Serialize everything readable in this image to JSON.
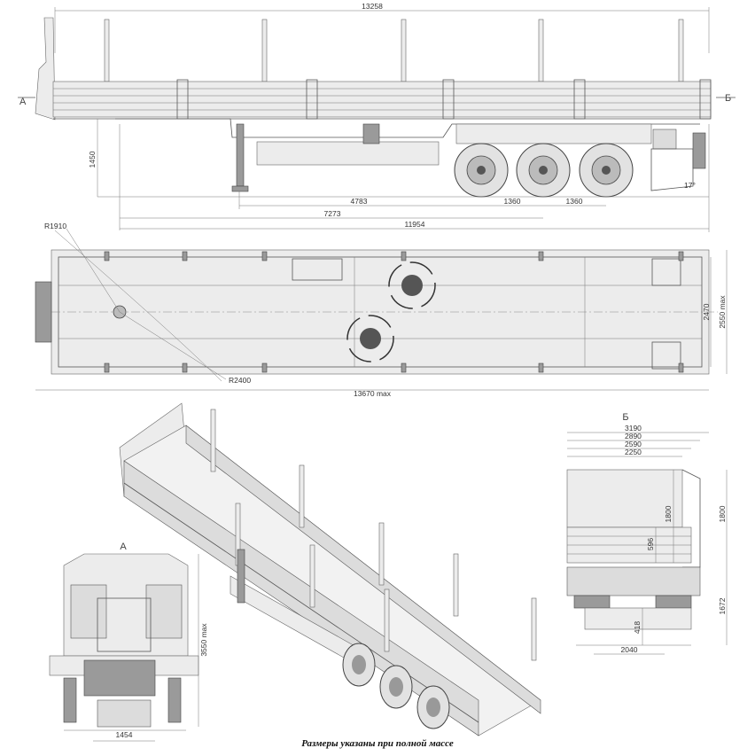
{
  "caption": "Размеры указаны при полной массе",
  "view_labels": {
    "a": "А",
    "b": "Б"
  },
  "side_view": {
    "overall_length": "13258",
    "height_1450": "1450",
    "angle": "17°",
    "dim_4783": "4783",
    "dim_1360_a": "1360",
    "dim_1360_b": "1360",
    "dim_7273": "7273",
    "dim_11954": "11954"
  },
  "top_view": {
    "radius_front": "R1910",
    "radius_rear": "R2400",
    "length_max": "13670 max",
    "width_2470": "2470",
    "width_max": "2550 max"
  },
  "rear_view": {
    "w_3190": "3190",
    "w_2890": "2890",
    "w_2590": "2590",
    "w_2250": "2250",
    "h_1800_inner": "1800",
    "h_1800_outer": "1800",
    "h_596": "596",
    "h_1672": "1672",
    "h_418": "418",
    "track_2040": "2040"
  },
  "front_view": {
    "height_max": "3550 max",
    "width_1454": "1454"
  }
}
